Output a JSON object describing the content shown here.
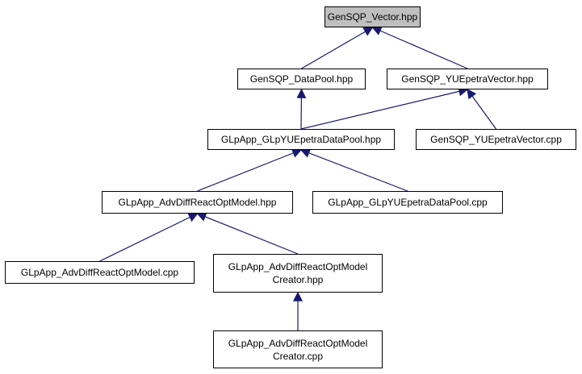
{
  "colors": {
    "edge": "#191970",
    "root_fill": "#bfbfbf",
    "node_fill": "#ffffff",
    "border": "#000000"
  },
  "nodes": {
    "vector_hpp": {
      "lines": [
        "GenSQP_Vector.hpp"
      ]
    },
    "datapool_hpp": {
      "lines": [
        "GenSQP_DataPool.hpp"
      ]
    },
    "yuepetra_vector_hpp": {
      "lines": [
        "GenSQP_YUEpetraVector.hpp"
      ]
    },
    "glp_datapool_hpp": {
      "lines": [
        "GLpApp_GLpYUEpetraDataPool.hpp"
      ]
    },
    "yuepetra_vector_cpp": {
      "lines": [
        "GenSQP_YUEpetraVector.cpp"
      ]
    },
    "advdiff_model_hpp": {
      "lines": [
        "GLpApp_AdvDiffReactOptModel.hpp"
      ]
    },
    "glp_datapool_cpp": {
      "lines": [
        "GLpApp_GLpYUEpetraDataPool.cpp"
      ]
    },
    "advdiff_model_cpp": {
      "lines": [
        "GLpApp_AdvDiffReactOptModel.cpp"
      ]
    },
    "advdiff_creator_hpp": {
      "lines": [
        "GLpApp_AdvDiffReactOptModel",
        "Creator.hpp"
      ]
    },
    "advdiff_creator_cpp": {
      "lines": [
        "GLpApp_AdvDiffReactOptModel",
        "Creator.cpp"
      ]
    }
  },
  "edges": [
    {
      "from": "datapool_hpp",
      "to": "vector_hpp"
    },
    {
      "from": "yuepetra_vector_hpp",
      "to": "vector_hpp"
    },
    {
      "from": "glp_datapool_hpp",
      "to": "datapool_hpp"
    },
    {
      "from": "glp_datapool_hpp",
      "to": "yuepetra_vector_hpp"
    },
    {
      "from": "yuepetra_vector_cpp",
      "to": "yuepetra_vector_hpp"
    },
    {
      "from": "advdiff_model_hpp",
      "to": "glp_datapool_hpp"
    },
    {
      "from": "glp_datapool_cpp",
      "to": "glp_datapool_hpp"
    },
    {
      "from": "advdiff_model_cpp",
      "to": "advdiff_model_hpp"
    },
    {
      "from": "advdiff_creator_hpp",
      "to": "advdiff_model_hpp"
    },
    {
      "from": "advdiff_creator_cpp",
      "to": "advdiff_creator_hpp"
    }
  ]
}
